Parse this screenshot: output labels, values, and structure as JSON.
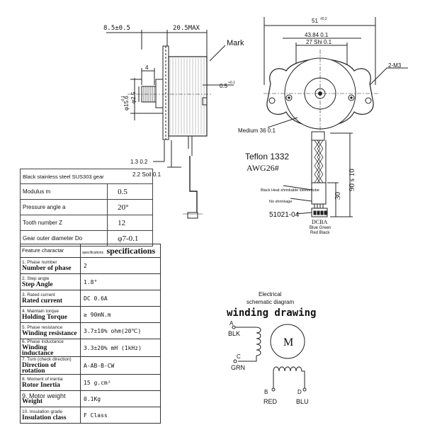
{
  "side_view": {
    "dim_top_left": "8.5±0.5",
    "dim_top_right": "20.5MAX",
    "mark": "Mark",
    "dim_4": "4",
    "dim_shaft_dia": "φ2.5",
    "dim_flange_dia": "φ15.6",
    "dim_flange_tol": "-0.1",
    "dim_gap": "0.5",
    "dim_gap_tol": "+0.1",
    "dim_1_3": "1.3 0.2",
    "dim_2_2": "2.2 Soil 0.1"
  },
  "front_view": {
    "dim_width": "51",
    "dim_width_tol": "±0.2",
    "dim_holes": "43.84 0.1",
    "dim_inner": "27 Shi 0.1",
    "mounting": "2-M3",
    "medium": "Medium 36 0.1",
    "teflon": "Teflon 1332",
    "awg": "AWG26#",
    "lead_length": "90 s 10",
    "sleeve_length": "30",
    "sleeve_note": "Black Heat shrinkable sleeve tube",
    "no_shrinkage": "No shrinkage",
    "connector": "51021-04",
    "connector_label": "DCBA",
    "wire_colors_1": "Blue Green",
    "wire_colors_2": "Red Black"
  },
  "gear_table": {
    "title": "Black stainless steel SUS303 gear",
    "rows": [
      {
        "label": "Modulus m",
        "value": "0.5"
      },
      {
        "label": "Pressure angle a",
        "value": "20°"
      },
      {
        "label": "Tooth number Z",
        "value": "12"
      },
      {
        "label": "Gear outer diameter Do",
        "value": "φ7-0.1"
      }
    ]
  },
  "spec_table": {
    "header_small": "Feature charactar",
    "header_tiny": "specifications",
    "header_big": "specifications",
    "rows": [
      {
        "small": "1. Phase number",
        "big": "Number of phase",
        "value": "2"
      },
      {
        "small": "2. Step angle",
        "big": "Step Angle",
        "value": "1.8°"
      },
      {
        "small": "3. Rated current",
        "big": "Rated current",
        "value": "DC  0.6A"
      },
      {
        "small": "4. Maintain torque",
        "big": "Holding Torque",
        "value": "≥ 90mN.m"
      },
      {
        "small": "5. Phase resistance",
        "big": "Winding resistance",
        "value": "3.7±10% ohm(20℃)"
      },
      {
        "small": "6. Phase inductance",
        "big": "Winding inductance",
        "value": "3.3±20% mH (1kHz)"
      },
      {
        "small": "7. Turn (check direction)",
        "big": "Direction of rotation",
        "value": "A-AB-B-CW"
      },
      {
        "small": "8. Moment of inertia",
        "big": "Rotor Inertia",
        "value": "15  g.cm²"
      },
      {
        "small": "9. Motor weight",
        "big": "Weight",
        "value": "0.1Kg"
      },
      {
        "small": "10. Insulation grade",
        "big": "Insulation class",
        "value": "F Class"
      }
    ]
  },
  "schematic": {
    "caption_1": "Electrical",
    "caption_2": "schematic diagram",
    "title": "winding drawing",
    "motor": "M",
    "a": "A",
    "a_color": "BLK",
    "c": "C",
    "c_color": "GRN",
    "b": "B",
    "b_color": "RED",
    "d": "D",
    "d_color": "BLU"
  }
}
